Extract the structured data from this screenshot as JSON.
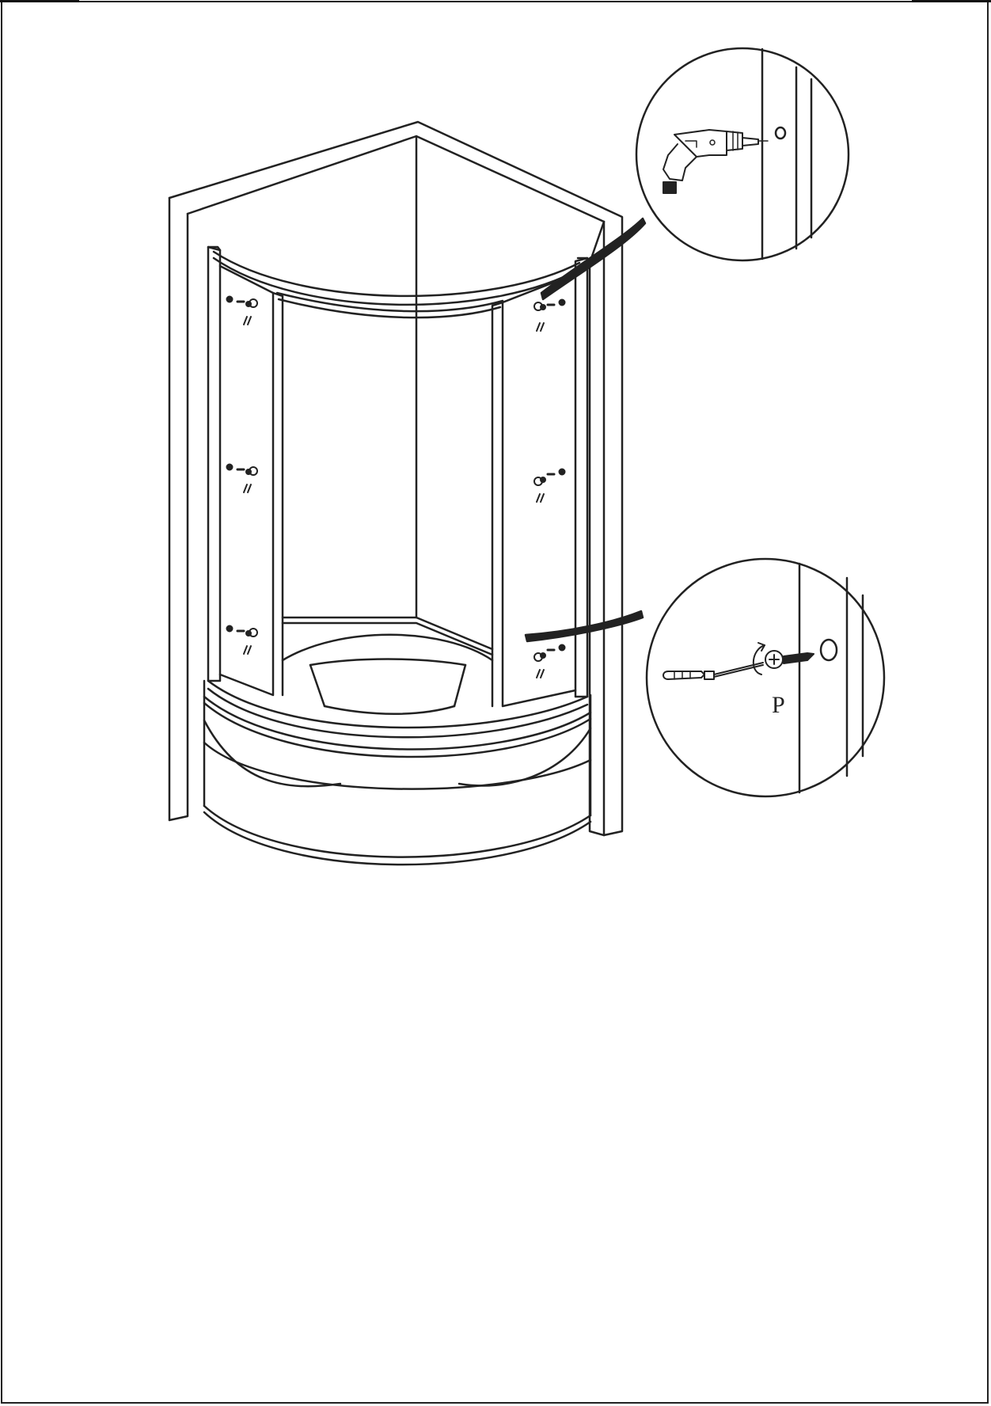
{
  "diagram": {
    "detail_callouts": [
      {
        "name": "drill-detail",
        "label": ""
      },
      {
        "name": "screw-detail",
        "label": "P"
      }
    ],
    "line_color": "#222222",
    "background": "#ffffff"
  }
}
